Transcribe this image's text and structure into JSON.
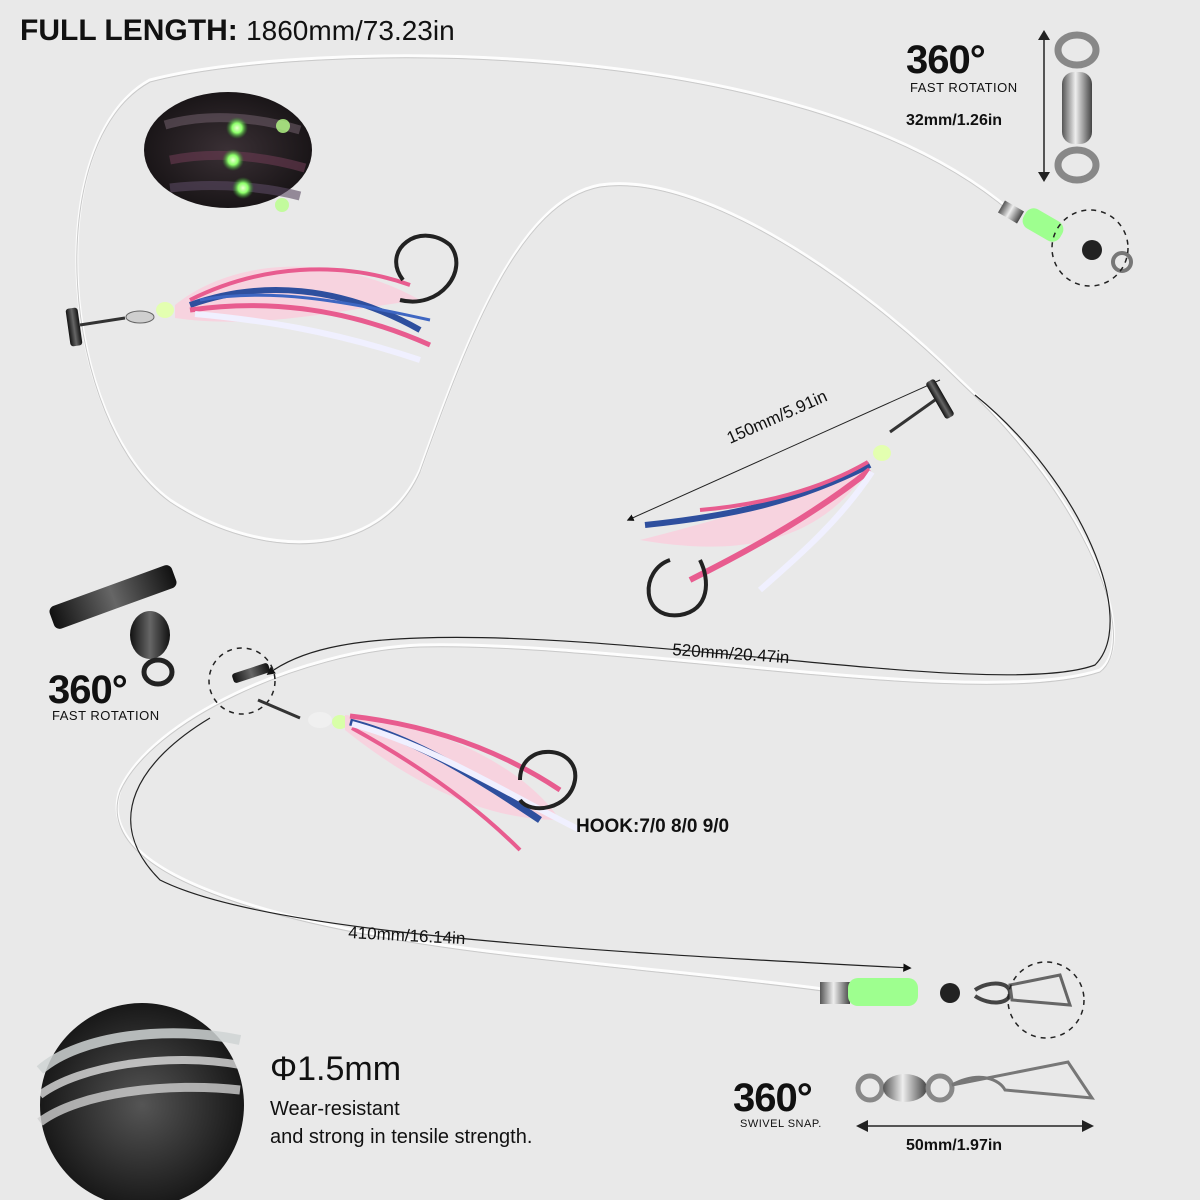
{
  "header": {
    "label": "FULL LENGTH:",
    "value": "1860mm/73.23in"
  },
  "top_swivel": {
    "degree": "360°",
    "caption": "FAST ROTATION",
    "size": "32mm/1.26in"
  },
  "t_swivel": {
    "degree": "360°",
    "caption": "FAST ROTATION"
  },
  "snap_swivel": {
    "degree": "360°",
    "caption": "SWIVEL SNAP.",
    "size": "50mm/1.97in"
  },
  "measurements": {
    "branch": "150mm/5.91in",
    "middle": "520mm/20.47in",
    "lower": "410mm/16.14in"
  },
  "hook_sizes": "HOOK:7/0 8/0 9/0",
  "line": {
    "diameter": "Φ1.5mm",
    "desc_line1": "Wear-resistant",
    "desc_line2": "and strong in tensile strength."
  },
  "colors": {
    "background": "#e9e9e9",
    "glow": "#7dff7a",
    "skirt_pink": "#e85c8f",
    "skirt_blue": "#2e4f9e",
    "hook": "#222222"
  }
}
